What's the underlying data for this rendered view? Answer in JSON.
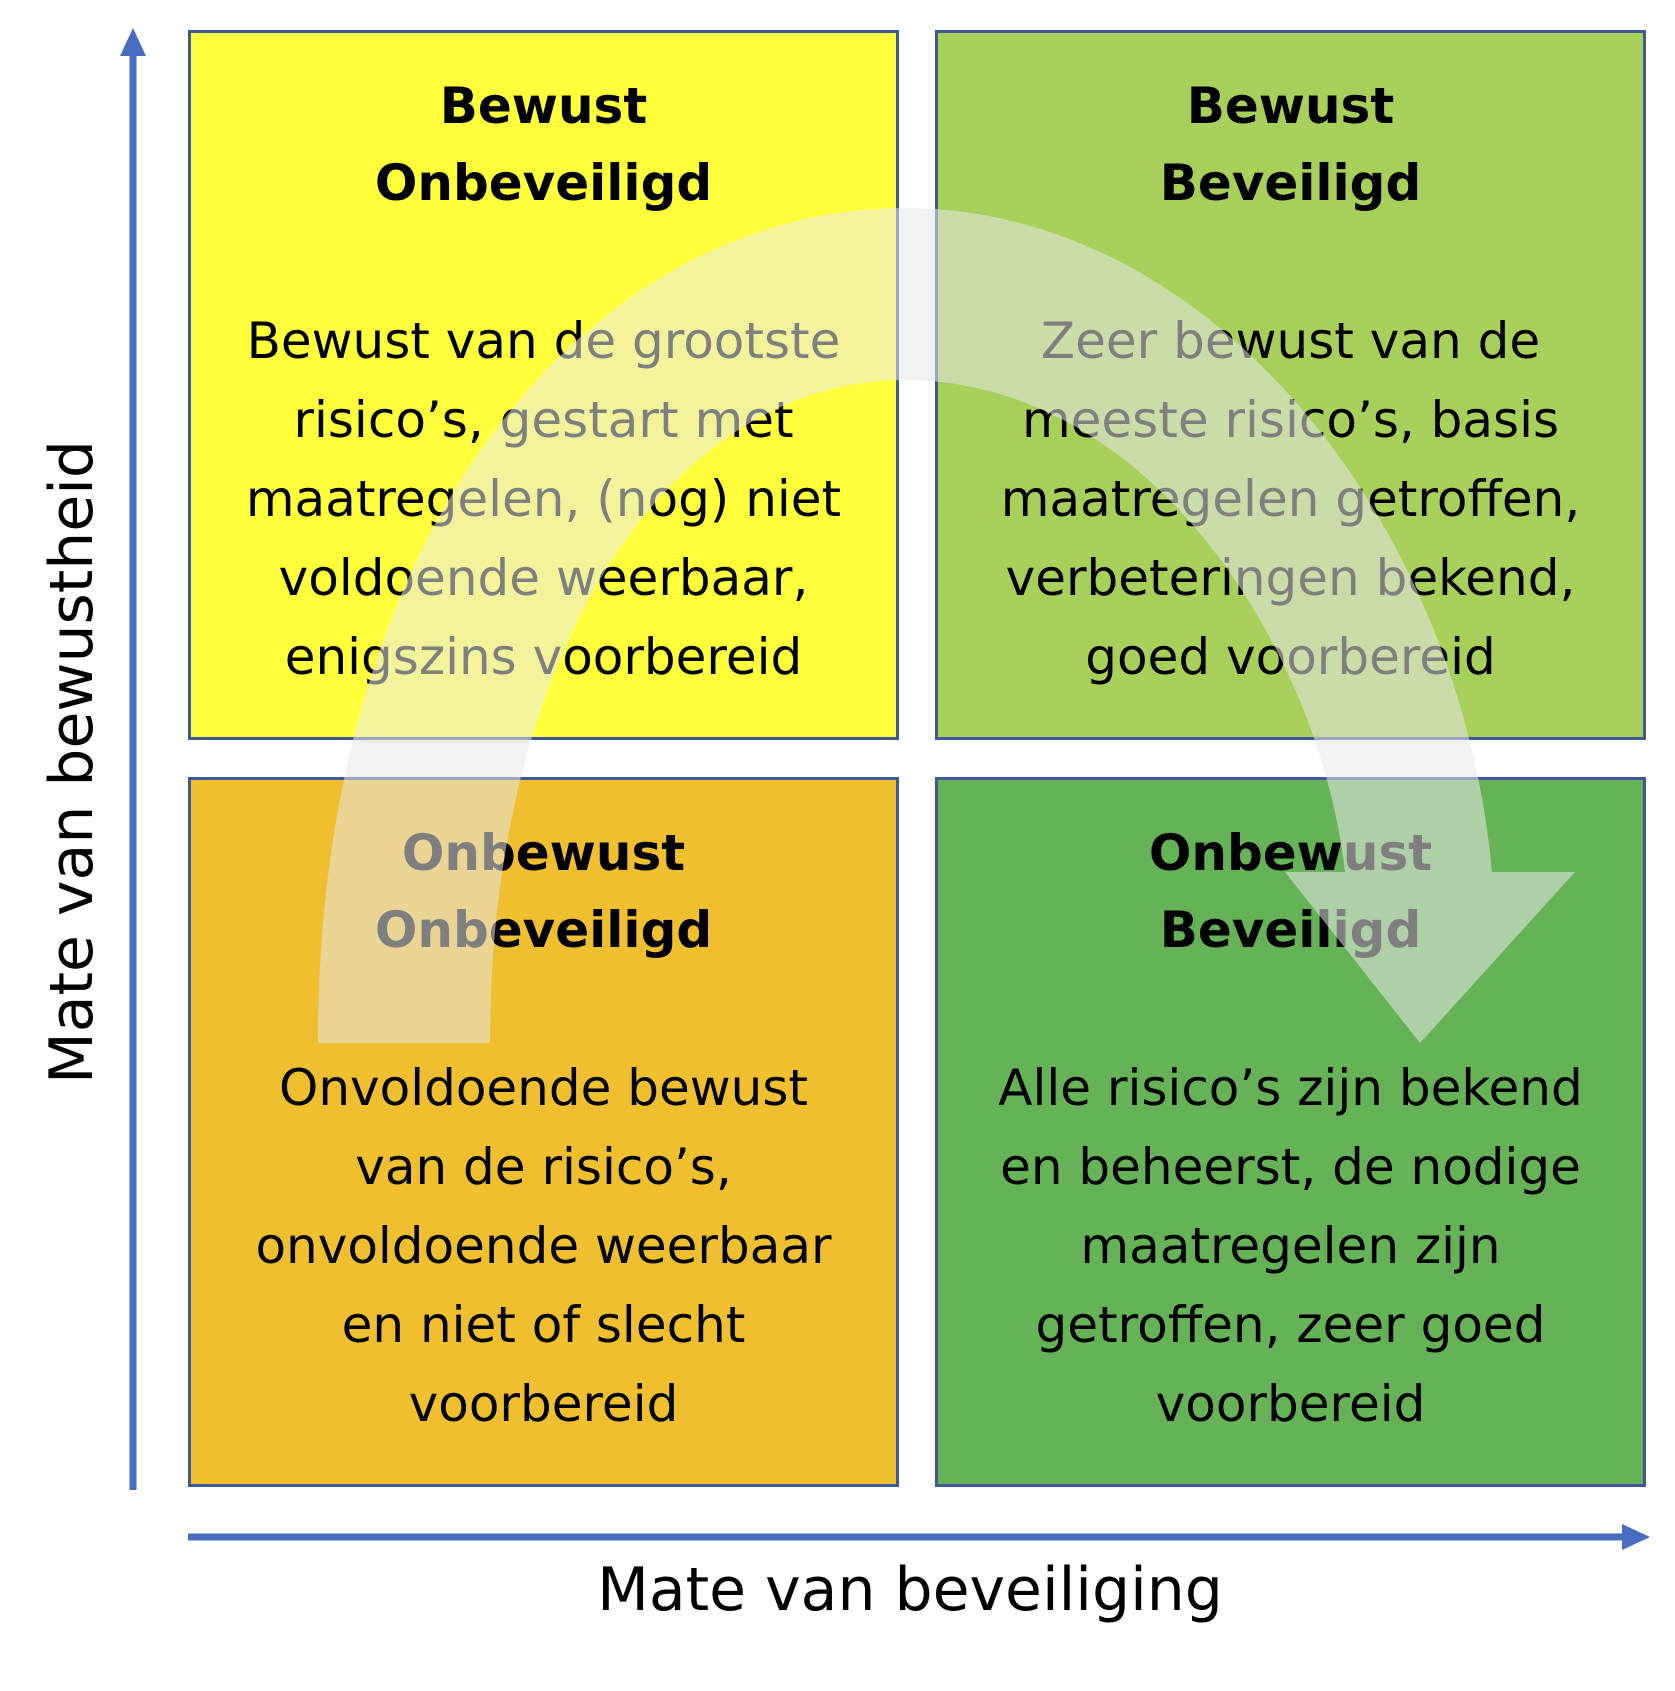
{
  "colors": {
    "axis": "#4a6cc0",
    "border": "#3f5896",
    "arrow": "#e8e8e8"
  },
  "quadrants": {
    "top_left": {
      "title_line1": "Bewust",
      "title_line2": "Onbeveiligd",
      "desc": [
        "Bewust van de grootste",
        "risico’s, gestart met",
        "maatregelen, (nog) niet",
        "voldoende weerbaar,",
        "enigszins voorbereid"
      ],
      "color": "#ffff3c"
    },
    "top_right": {
      "title_line1": "Bewust",
      "title_line2": "Beveiligd",
      "desc": [
        "Zeer bewust van de",
        "meeste risico’s, basis",
        "maatregelen getroffen,",
        "verbeteringen bekend,",
        "goed voorbereid"
      ],
      "color": "#a7d05b"
    },
    "bottom_left": {
      "title_line1": "Onbewust",
      "title_line2": "Onbeveiligd",
      "desc": [
        "Onvoldoende bewust",
        "van de risico’s,",
        "onvoldoende weerbaar",
        "en niet of slecht",
        "voorbereid"
      ],
      "color": "#f0bf30"
    },
    "bottom_right": {
      "title_line1": "Onbewust",
      "title_line2": "Beveiligd",
      "desc": [
        "Alle risico’s zijn bekend",
        "en beheerst, de nodige",
        "maatregelen zijn",
        "getroffen, zeer goed",
        "voorbereid"
      ],
      "color": "#66b357"
    }
  },
  "axes": {
    "y_label": "Mate van bewustheid",
    "x_label": "Mate van beveiliging"
  }
}
